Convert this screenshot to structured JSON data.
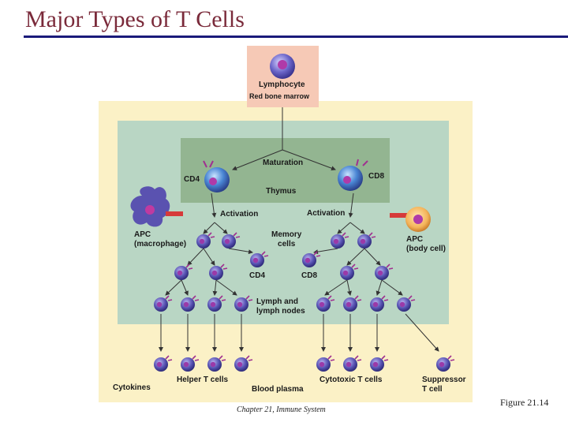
{
  "title": "Major Types of T Cells",
  "footer": {
    "chapter": "Chapter 21, Immune System",
    "figure": "Figure 21.14"
  },
  "labels": {
    "lymphocyte": "Lymphocyte",
    "red_bone_marrow": "Red bone marrow",
    "maturation": "Maturation",
    "cd4_top": "CD4",
    "cd8_top": "CD8",
    "thymus": "Thymus",
    "activation_left": "Activation",
    "activation_right": "Activation",
    "apc_macrophage": "APC\n(macrophage)",
    "apc_body": "APC\n(body cell)",
    "memory_cells": "Memory\ncells",
    "cd4_memory": "CD4",
    "cd8_memory": "CD8",
    "lymph_nodes": "Lymph and\nlymph nodes",
    "cytokines": "Cytokines",
    "helper_t": "Helper T cells",
    "blood_plasma": "Blood plasma",
    "cytotoxic_t": "Cytotoxic T cells",
    "suppressor_t": "Suppressor\nT cell"
  },
  "colors": {
    "title": "#7a2a3a",
    "rule": "#1a1a7a",
    "outer_box": "#fbf1c6",
    "lymph_box": "#b9d6c4",
    "thymus_box": "#93b591",
    "top_box": "#f6c9b6",
    "cell": "#5a55b5",
    "nucleus": "#9a3aa8"
  }
}
